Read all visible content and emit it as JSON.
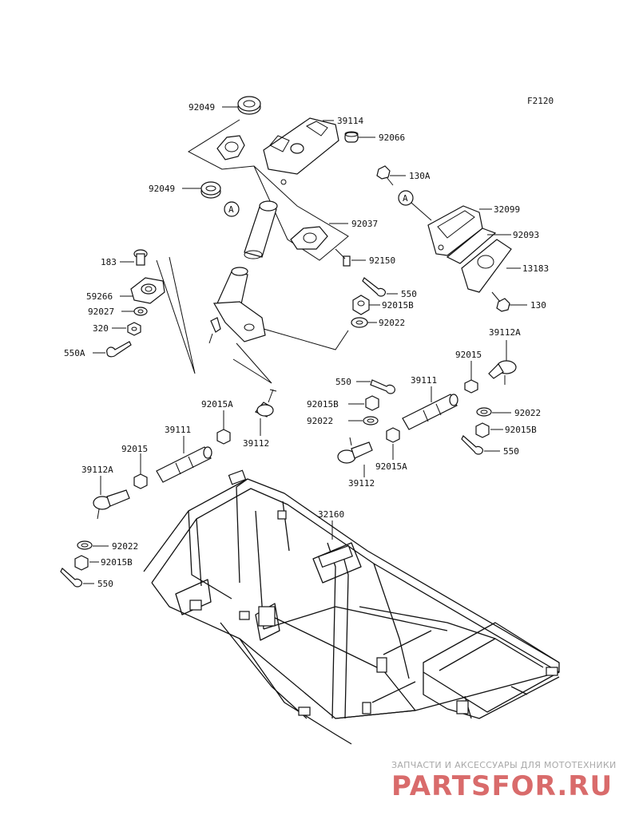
{
  "figure_code": "F2120",
  "callouts": {
    "p92049_top": "92049",
    "p39114": "39114",
    "p92066": "92066",
    "p92049_mid": "92049",
    "p130A": "130A",
    "p32099": "32099",
    "p92037": "92037",
    "p92093": "92093",
    "p92150": "92150",
    "p13183": "13183",
    "p183": "183",
    "p59266": "59266",
    "p92027": "92027",
    "p320": "320",
    "p550A": "550A",
    "p550_a": "550",
    "p92015B_a": "92015B",
    "p92022_a": "92022",
    "p130": "130",
    "p39112A_r": "39112A",
    "p92015_r": "92015",
    "p550_b": "550",
    "p39111_r": "39111",
    "p92015B_b": "92015B",
    "p92022_b": "92022",
    "p92022_c": "92022",
    "p92015B_c": "92015B",
    "p550_c": "550",
    "p92015A_r": "92015A",
    "p39112_r": "39112",
    "p92015A_l": "92015A",
    "p39111_l": "39111",
    "p39112_l": "39112",
    "p92015_l": "92015",
    "p39112A_l": "39112A",
    "p32160": "32160",
    "p92022_d": "92022",
    "p92015B_d": "92015B",
    "p550_d": "550"
  },
  "ref_markers": {
    "a1": "A",
    "a2": "A"
  },
  "watermark": {
    "tagline": "ЗАПЧАСТИ И АКСЕССУАРЫ ДЛЯ МОТОТЕХНИКИ",
    "logo": "PARTSFOR.RU"
  },
  "colors": {
    "ink": "#111111",
    "watermark_logo": "#d96b6b",
    "watermark_text": "#a9a9a9"
  }
}
